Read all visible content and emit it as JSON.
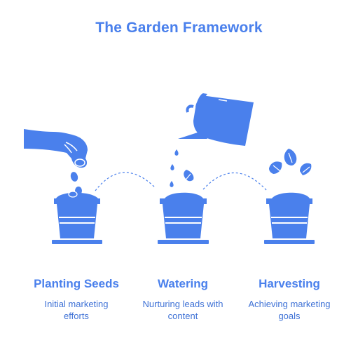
{
  "title": "The Garden Framework",
  "stages": [
    {
      "title": "Planting Seeds",
      "description_line1": "Initial marketing",
      "description_line2": "efforts",
      "icon": "hand-planting-seeds-icon"
    },
    {
      "title": "Watering",
      "description_line1": "Nurturing leads with",
      "description_line2": "content",
      "icon": "watering-can-icon"
    },
    {
      "title": "Harvesting",
      "description_line1": "Achieving marketing",
      "description_line2": "goals",
      "icon": "sprouting-plant-icon"
    }
  ],
  "colors": {
    "primary": "#4a80ec",
    "text": "#3f72d6",
    "outline": "#ffffff"
  }
}
